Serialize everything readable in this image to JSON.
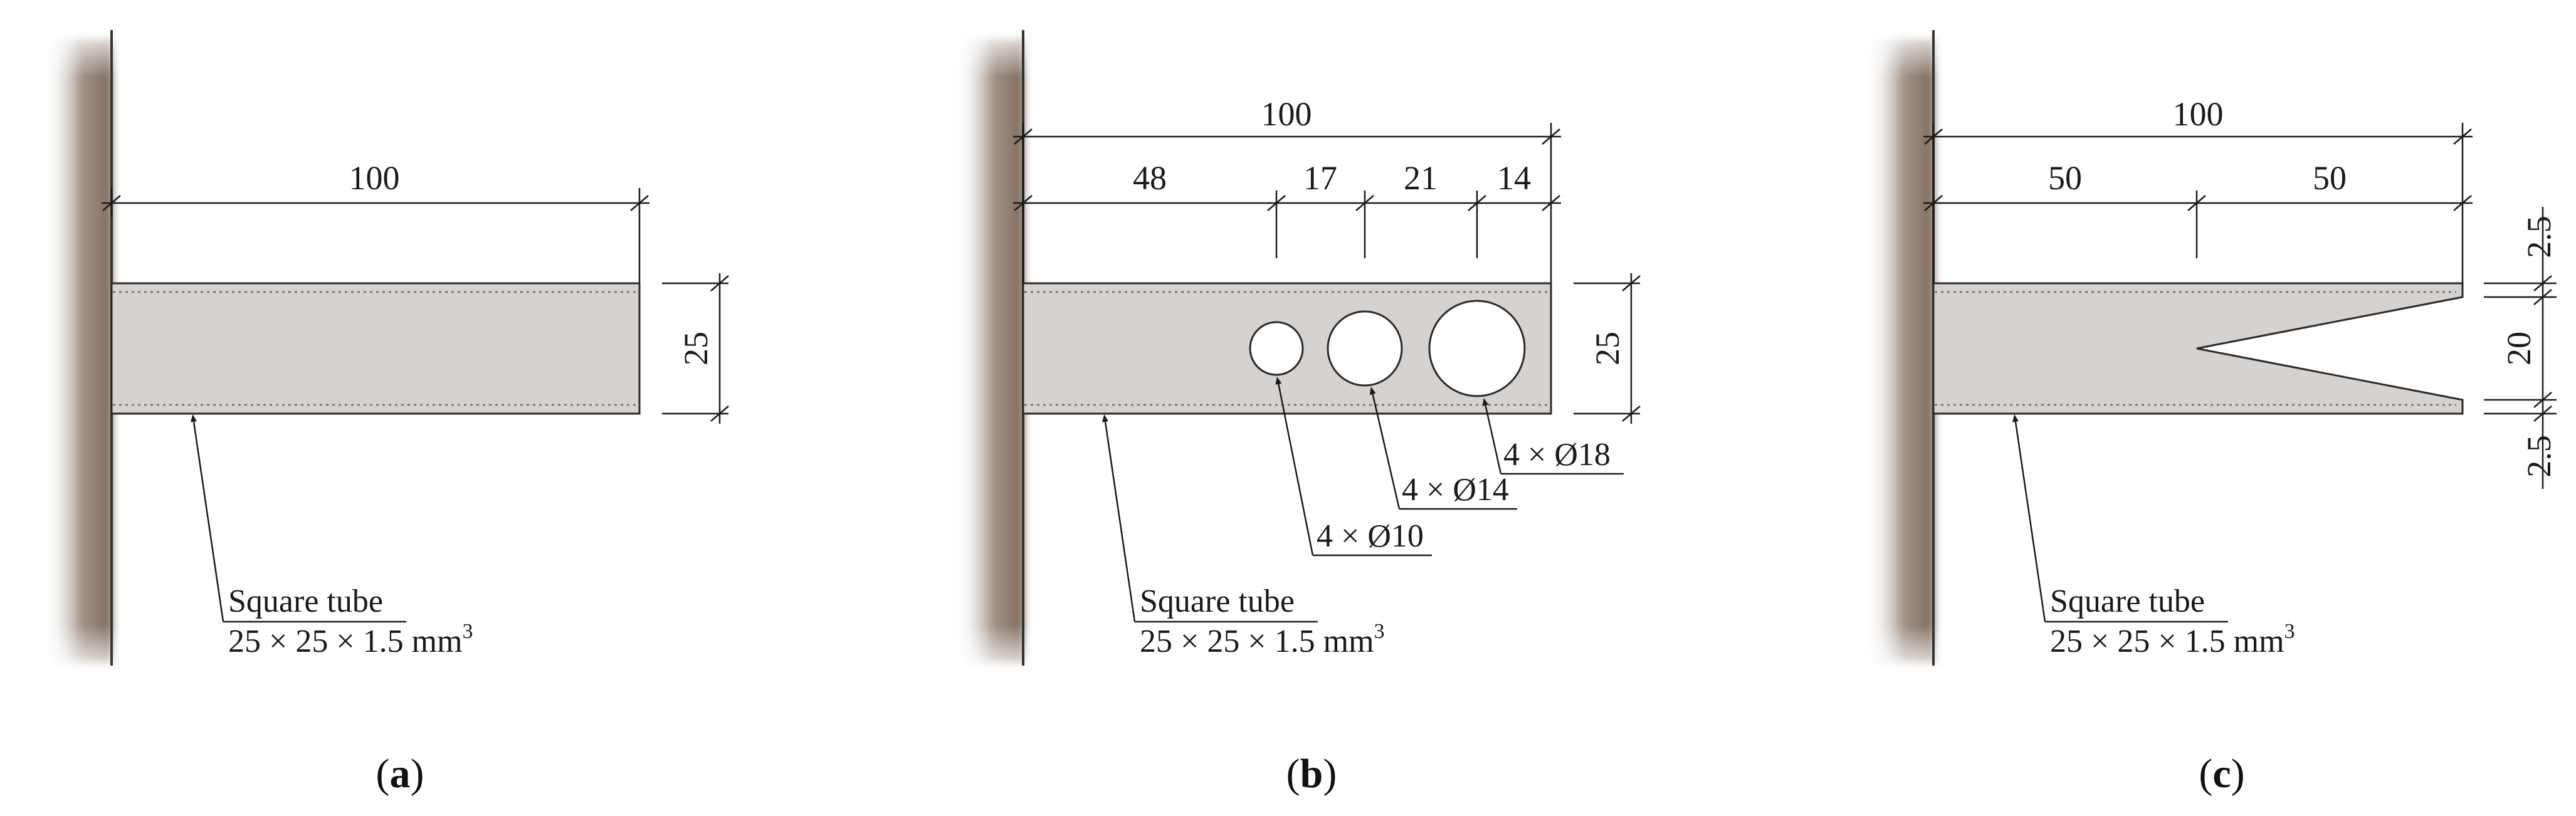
{
  "panels": [
    {
      "id": "a",
      "caption_open": "(",
      "caption_letter": "a",
      "caption_close": ")",
      "length_label": "100",
      "height_label": "25",
      "tube_label_line1": "Square tube",
      "tube_label_line2_base": "25 × 25 × 1.5 mm",
      "tube_label_line2_sup": "3"
    },
    {
      "id": "b",
      "caption_open": "(",
      "caption_letter": "b",
      "caption_close": ")",
      "length_label": "100",
      "segment_labels": [
        "48",
        "17",
        "21",
        "14"
      ],
      "height_label": "25",
      "hole_labels": [
        "4 × Ø10",
        "4 × Ø14",
        "4 × Ø18"
      ],
      "tube_label_line1": "Square tube",
      "tube_label_line2_base": "25 × 25 × 1.5 mm",
      "tube_label_line2_sup": "3"
    },
    {
      "id": "c",
      "caption_open": "(",
      "caption_letter": "c",
      "caption_close": ")",
      "length_label": "100",
      "segment_labels": [
        "50",
        "50"
      ],
      "vertical_labels": [
        "2.5",
        "20",
        "2.5"
      ],
      "tube_label_line1": "Square tube",
      "tube_label_line2_base": "25 × 25 × 1.5 mm",
      "tube_label_line2_sup": "3"
    }
  ]
}
